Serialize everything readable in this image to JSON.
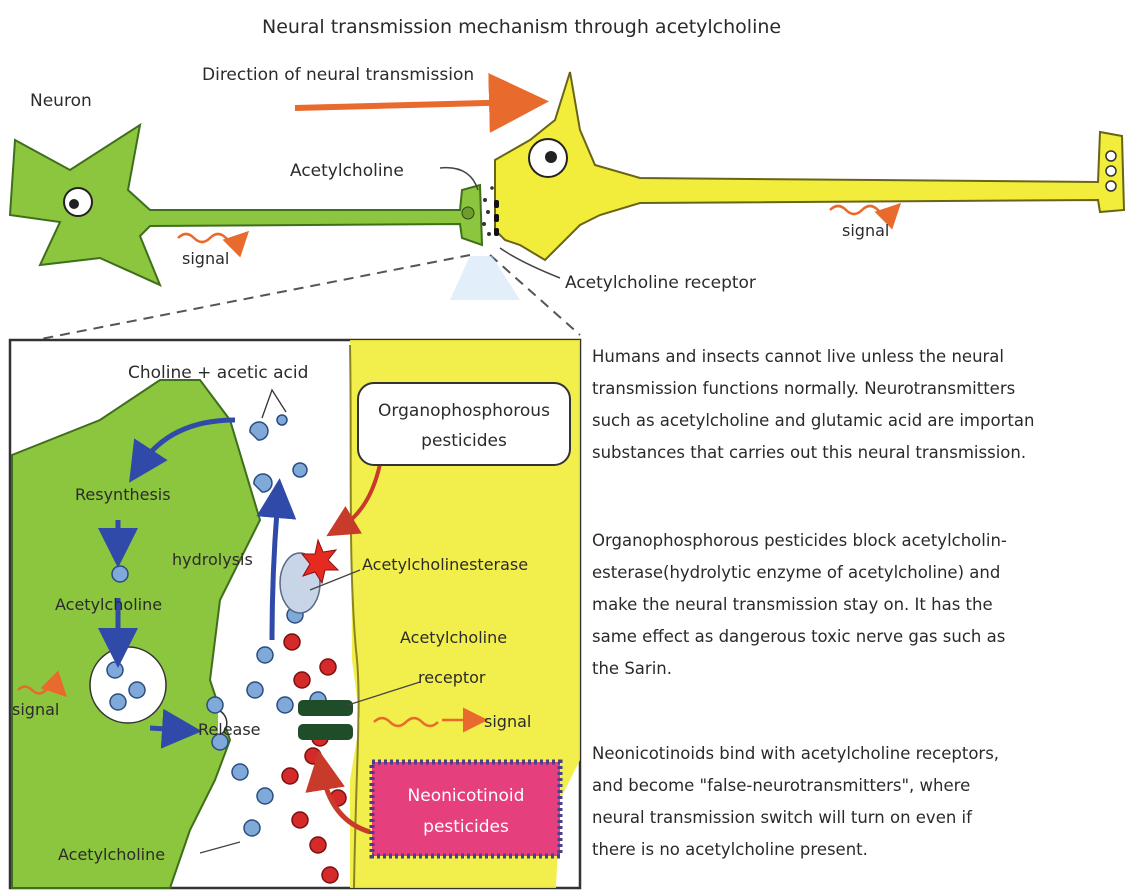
{
  "title": "Neural transmission mechanism through acetylcholine",
  "labels": {
    "neuron": "Neuron",
    "direction": "Direction of neural transmission",
    "acetylcholine_top": "Acetylcholine",
    "receptor_top": "Acetylcholine receptor",
    "signal_left": "signal",
    "signal_right": "signal",
    "choline_acetic": "Choline + acetic acid",
    "organophosphorous_line1": "Organophosphorous",
    "organophosphorous_line2": "pesticides",
    "resynthesis": "Resynthesis",
    "hydrolysis": "hydrolysis",
    "acetylcholinesterase": "Acetylcholinesterase",
    "acetylcholine_inner": "Acetylcholine",
    "receptor_inner_line1": "Acetylcholine",
    "receptor_inner_line2": "receptor",
    "signal_inner_left": "signal",
    "release": "Release",
    "signal_inner_right": "signal",
    "neonicotinoid_line1": "Neonicotinoid",
    "neonicotinoid_line2": "pesticides",
    "acetylcholine_bottom": "Acetylcholine"
  },
  "paragraphs": [
    [
      "Humans and insects cannot live unless the neural",
      "transmission functions normally. Neurotransmitters",
      "such as acetylcholine and glutamic acid are importan",
      "substances that carries out this neural transmission."
    ],
    [
      "Organophosphorous pesticides block acetylcholin-",
      "esterase(hydrolytic enzyme of acetylcholine) and",
      "make the neural transmission stay on.  It has the",
      "same effect as dangerous toxic nerve gas such as",
      "the Sarin."
    ],
    [
      "Neonicotinoids bind with acetylcholine receptors,",
      "and become \"false-neurotransmitters\", where",
      "neural transmission switch will turn on even if",
      "there is no acetylcholine present."
    ]
  ],
  "colors": {
    "green_neuron": "#8cc63f",
    "yellow_neuron": "#f1ed3a",
    "arrow_orange": "#e86a2c",
    "arrow_blue": "#2f4aa8",
    "molecule_blue": "#7fa9d8",
    "molecule_red": "#d42a2a",
    "neonicotinoid_pink": "#e63f7d",
    "receptor_green": "#1f4d2a"
  }
}
